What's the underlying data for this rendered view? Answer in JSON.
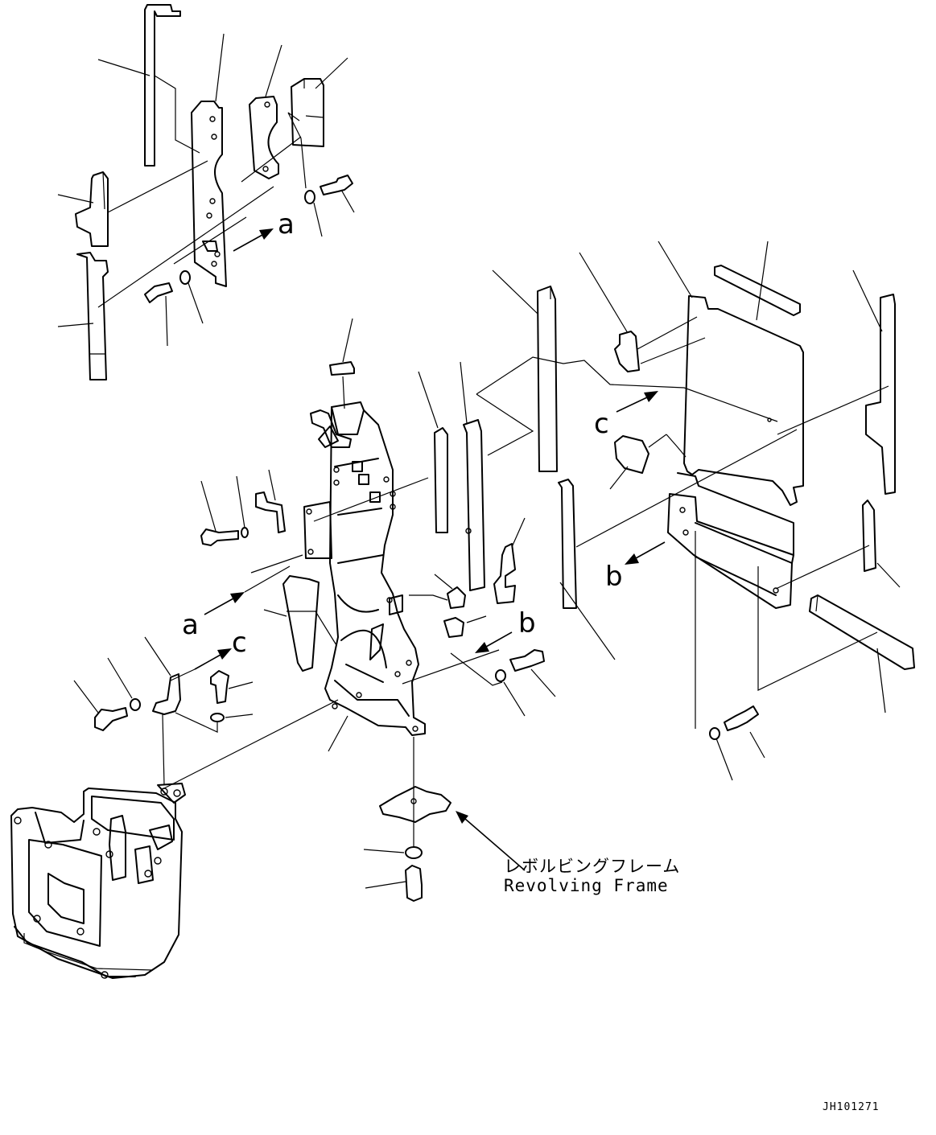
{
  "reference_letters": {
    "a_upper": "a",
    "a_lower": "a",
    "b_right": "b",
    "b_center": "b",
    "c_right": "c",
    "c_left": "c"
  },
  "callout": {
    "japanese": "レボルビングフレーム",
    "english": "Revolving Frame"
  },
  "drawing_number": "JH101271"
}
